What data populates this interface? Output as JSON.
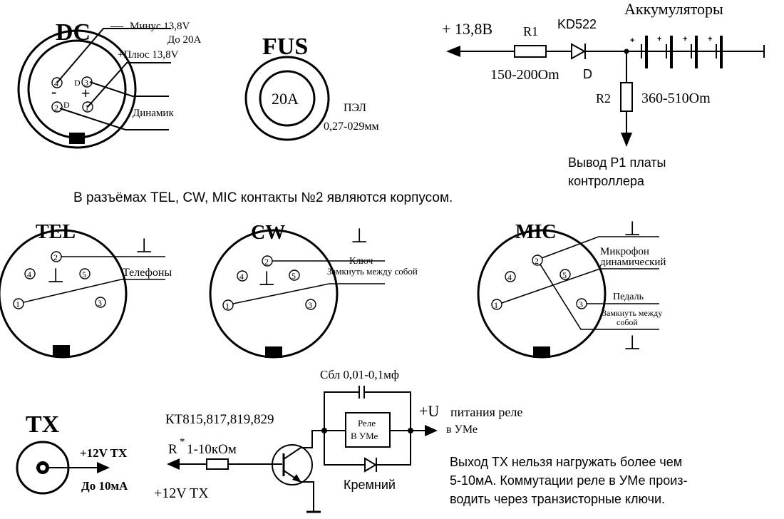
{
  "dc": {
    "title": "DC",
    "minus_sign": "—",
    "minus_label": "Минус 13,8V",
    "max_current": "До 20А",
    "plus_label": "+Плюс 13,8V",
    "speaker_label": "Динамик",
    "pin_4": "4",
    "pin_3": "3",
    "pin_1": "1",
    "pin_2": "2",
    "d_mark_top": "D",
    "d_mark_bottom": "D",
    "inner_minus": "-",
    "inner_plus": "+"
  },
  "fus": {
    "title": "FUS",
    "rating": "20A",
    "wire_type": "ПЭЛ",
    "wire_diameter": "0,27-029мм"
  },
  "battery_circuit": {
    "voltage_label": "+ 13,8В",
    "r1_label": "R1",
    "r1_value": "150-200Om",
    "diode_part": "KD522",
    "diode_label": "D",
    "batteries_label": "Аккумуляторы",
    "cell_plus": "+",
    "r2_label": "R2",
    "r2_value": "360-510Om",
    "output_line1": "Вывод Р1 платы",
    "output_line2": "контроллера"
  },
  "ground_note": "В разъёмах TEL, CW, MIC контакты №2 являются корпусом.",
  "ground_symbol": "⊥",
  "tel": {
    "title": "TEL",
    "headphones_label": "Телефоны",
    "pin_1": "1",
    "pin_2": "2",
    "pin_3": "3",
    "pin_4": "4",
    "pin_5": "5"
  },
  "cw": {
    "title": "CW",
    "key_label": "Ключ",
    "short_note": "Замкнуть между собой",
    "pin_1": "1",
    "pin_2": "2",
    "pin_3": "3",
    "pin_4": "4",
    "pin_5": "5"
  },
  "mic": {
    "title": "MIC",
    "mic_line1": "Микрофон",
    "mic_line2": "динамический",
    "pedal_label": "Педаль",
    "short_line1": "Замкнуть между",
    "short_line2": "собой",
    "pin_1": "1",
    "pin_2": "2",
    "pin_3": "3",
    "pin_4": "4",
    "pin_5": "5"
  },
  "tx": {
    "title": "TX",
    "voltage_label": "+12V TX",
    "current_label": "До 10мА",
    "transistor_models": "КТ815,817,819,829",
    "resistor_label": "R",
    "resistor_star": "*",
    "resistor_value": "1-10кОм",
    "input_label": "+12V TX",
    "capacitor_label": "Сбл 0,01-0,1мф",
    "relay_line1": "Реле",
    "relay_line2": "В УМе",
    "supply_label_main": "+U",
    "supply_label_rest": "питания реле",
    "supply_label_line2": "в УМе",
    "diode_label": "Кремний",
    "note_line1": "Выход ТХ нельзя нагружать более чем",
    "note_line2": "5-10мА. Коммутации реле в УМе произ-",
    "note_line3": "водить через транзисторные ключи."
  }
}
